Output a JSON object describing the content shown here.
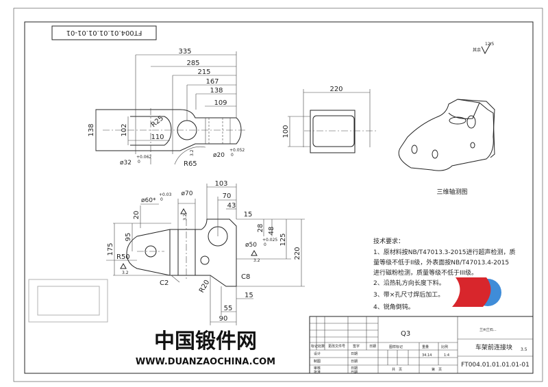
{
  "drawing_number_rotated": "FT004.01.01.01.01-01",
  "roughness_other": {
    "label": "其余",
    "value": "12.5"
  },
  "top_view": {
    "dims": [
      "335",
      "285",
      "215",
      "167",
      "138",
      "109",
      "138",
      "102",
      "R25",
      "110",
      "ø32",
      "+0.062",
      "0",
      "3.2",
      "R65",
      "ø20",
      "+0.052",
      "0"
    ]
  },
  "side_view": {
    "dims": [
      "220",
      "100"
    ]
  },
  "isometric": {
    "caption": "三维轴测图"
  },
  "front_view": {
    "dims": [
      "103",
      "ø70",
      "70",
      "ø60*",
      "+0.03",
      "0",
      "43",
      "20",
      "15",
      "28",
      "48",
      "95",
      "175",
      "125",
      "220",
      "ø50",
      "+0.025",
      "0",
      "3.2",
      "R50",
      "3.2",
      "3.2",
      "C2",
      "R20",
      "C8",
      "15",
      "55",
      "90"
    ]
  },
  "tech_requirements": {
    "title": "技术要求：",
    "lines": [
      "1、原材料按NB/T47013.3-2015进行超声检测，质",
      "量等级不低于II级，外表面按NB/T47013.4-2015",
      "进行磁粉检测，质量等级不低于III级。",
      "2、沿热轧方向长度下料。",
      "3、带×孔尺寸焊后加工。",
      "4、锐角倒钝。"
    ]
  },
  "title_block": {
    "material": "Q3",
    "company": "兰州兰石...",
    "part_name": "车架前连接块",
    "handwritten": "3.5",
    "header_cols": [
      "标记",
      "处数",
      "更改文件号",
      "签字",
      "日期"
    ],
    "rows": [
      {
        "role": "设计",
        "date": "日期"
      },
      {
        "role": "制图",
        "date": "日期"
      },
      {
        "role": "审核",
        "date": "日期"
      },
      {
        "role": "批准",
        "date": "日期"
      }
    ],
    "stage_label": "图样标记",
    "weight_label": "重量",
    "scale_label": "比例",
    "weight": "34.14",
    "scale": "1:4",
    "total_sheets": "共　页",
    "sheet_no": "第　页",
    "drawing_number": "FT004.01.01.01.01-01"
  },
  "watermark": {
    "text": "中国锻件网",
    "url": "WWW.DUANZAOCHINA.COM"
  },
  "colors": {
    "logo_red": "#d8262c",
    "logo_blue": "#2a7fd4"
  }
}
